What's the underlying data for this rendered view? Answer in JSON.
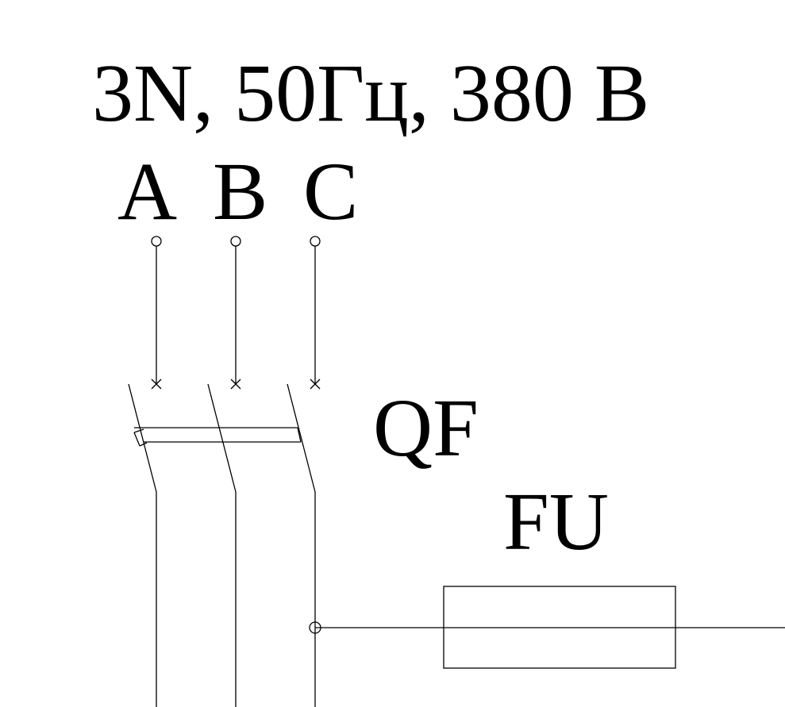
{
  "supply": {
    "title": "3N, 50Гц, 380 В",
    "phases": [
      "A",
      "B",
      "C"
    ]
  },
  "breaker": {
    "designation": "QF"
  },
  "fuse": {
    "designation": "FU"
  },
  "colors": {
    "line": "#000000",
    "background": "#ffffff"
  }
}
